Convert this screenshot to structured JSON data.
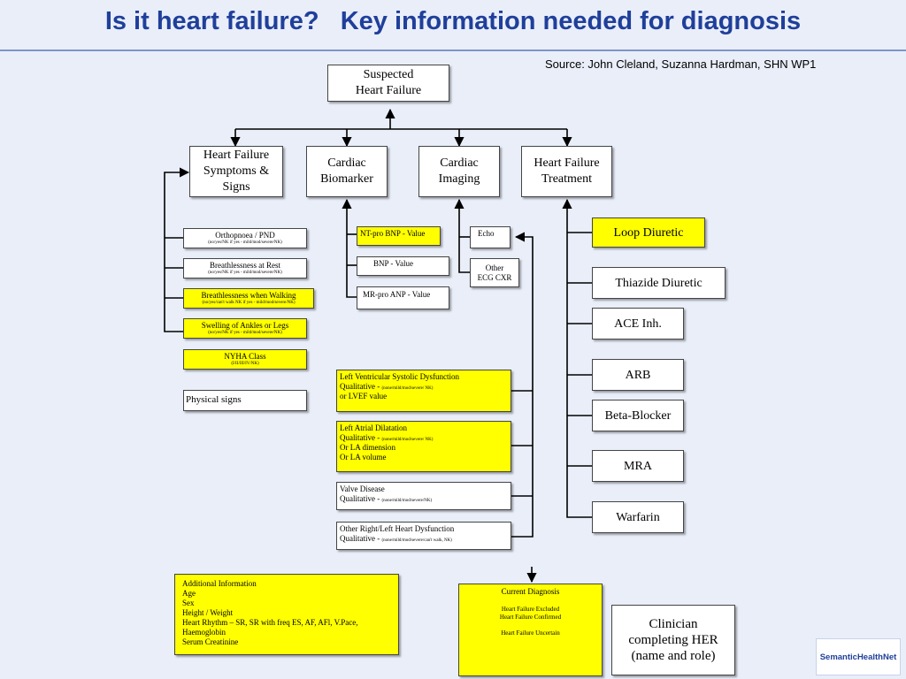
{
  "title": "Is it heart failure?   Key information needed for diagnosis",
  "source": "Source: John Cleland, Suzanna Hardman, SHN WP1",
  "top_box": {
    "line1": "Suspected",
    "line2": "Heart Failure"
  },
  "categories": {
    "symptoms": {
      "line1": "Heart Failure",
      "line2": "Symptoms &",
      "line3": "Signs"
    },
    "biomarker": {
      "line1": "Cardiac",
      "line2": "Biomarker"
    },
    "imaging": {
      "line1": "Cardiac",
      "line2": "Imaging"
    },
    "treatment": {
      "line1": "Heart Failure",
      "line2": "Treatment"
    }
  },
  "symptom_items": [
    {
      "label": "Orthopnoea / PND",
      "sub": "(no/yes/NK if yes - mild/mod/severe/NK)"
    },
    {
      "label": "Breathlessness at Rest",
      "sub": "(no/yes/NK if yes - mild/mod/severe/NK)"
    },
    {
      "label": "Breathlessness when Walking",
      "sub": "(no/yes/can't walk NK if yes - mild/mod/severe/NK)"
    },
    {
      "label": "Swelling of Ankles or Legs",
      "sub": "(no/yes/NK if yes - mild/mod/severe/NK)"
    },
    {
      "label": "NYHA Class",
      "sub": "(I/II/III/IV/NK)"
    },
    {
      "label": "Physical signs"
    }
  ],
  "biomarker_items": [
    "NT-pro BNP - Value",
    "BNP - Value",
    "MR-pro ANP - Value"
  ],
  "imaging_items": {
    "echo": "Echo",
    "other_line1": "Other",
    "other_line2": "ECG CXR"
  },
  "echo_findings": [
    {
      "lines": [
        "Left Ventricular Systolic Dysfunction",
        "Qualitative - ",
        "or LVEF value"
      ],
      "qual": "(none/mild/mod/severe/ NK)"
    },
    {
      "lines": [
        "Left Atrial Dilatation",
        "Qualitative - ",
        "Or LA dimension",
        "Or LA volume"
      ],
      "qual": "(none/mild/mod/severe/ NK)"
    },
    {
      "lines": [
        "Valve Disease",
        "Qualitative - "
      ],
      "qual": "(none/mild/mod/severe/NK)"
    },
    {
      "lines": [
        "Other Right/Left Heart Dysfunction",
        "Qualitative - "
      ],
      "qual": "(none/mild/mod/severe/can't walk, NK)"
    }
  ],
  "treatments": [
    "Loop Diuretic",
    "Thiazide Diuretic",
    "ACE Inh.",
    "ARB",
    "Beta-Blocker",
    "MRA",
    "Warfarin"
  ],
  "additional_info": [
    "Additional Information",
    "Age",
    "Sex",
    "Height / Weight",
    "Heart Rhythm – SR, SR with freq ES, AF, AFl, V.Pace,",
    "Haemoglobin",
    "Serum Creatinine"
  ],
  "current_diagnosis": {
    "title": "Current Diagnosis",
    "options": [
      "Heart Failure Excluded",
      "Heart Failure Confirmed",
      "",
      "Heart Failure Uncertain"
    ]
  },
  "clinician": [
    "Clinician",
    "completing HER",
    "(name and role)"
  ],
  "logo": "SemanticHealthNet",
  "colors": {
    "title": "#1f3f9a",
    "highlight": "#ffff00",
    "background": "#e9eef9"
  }
}
